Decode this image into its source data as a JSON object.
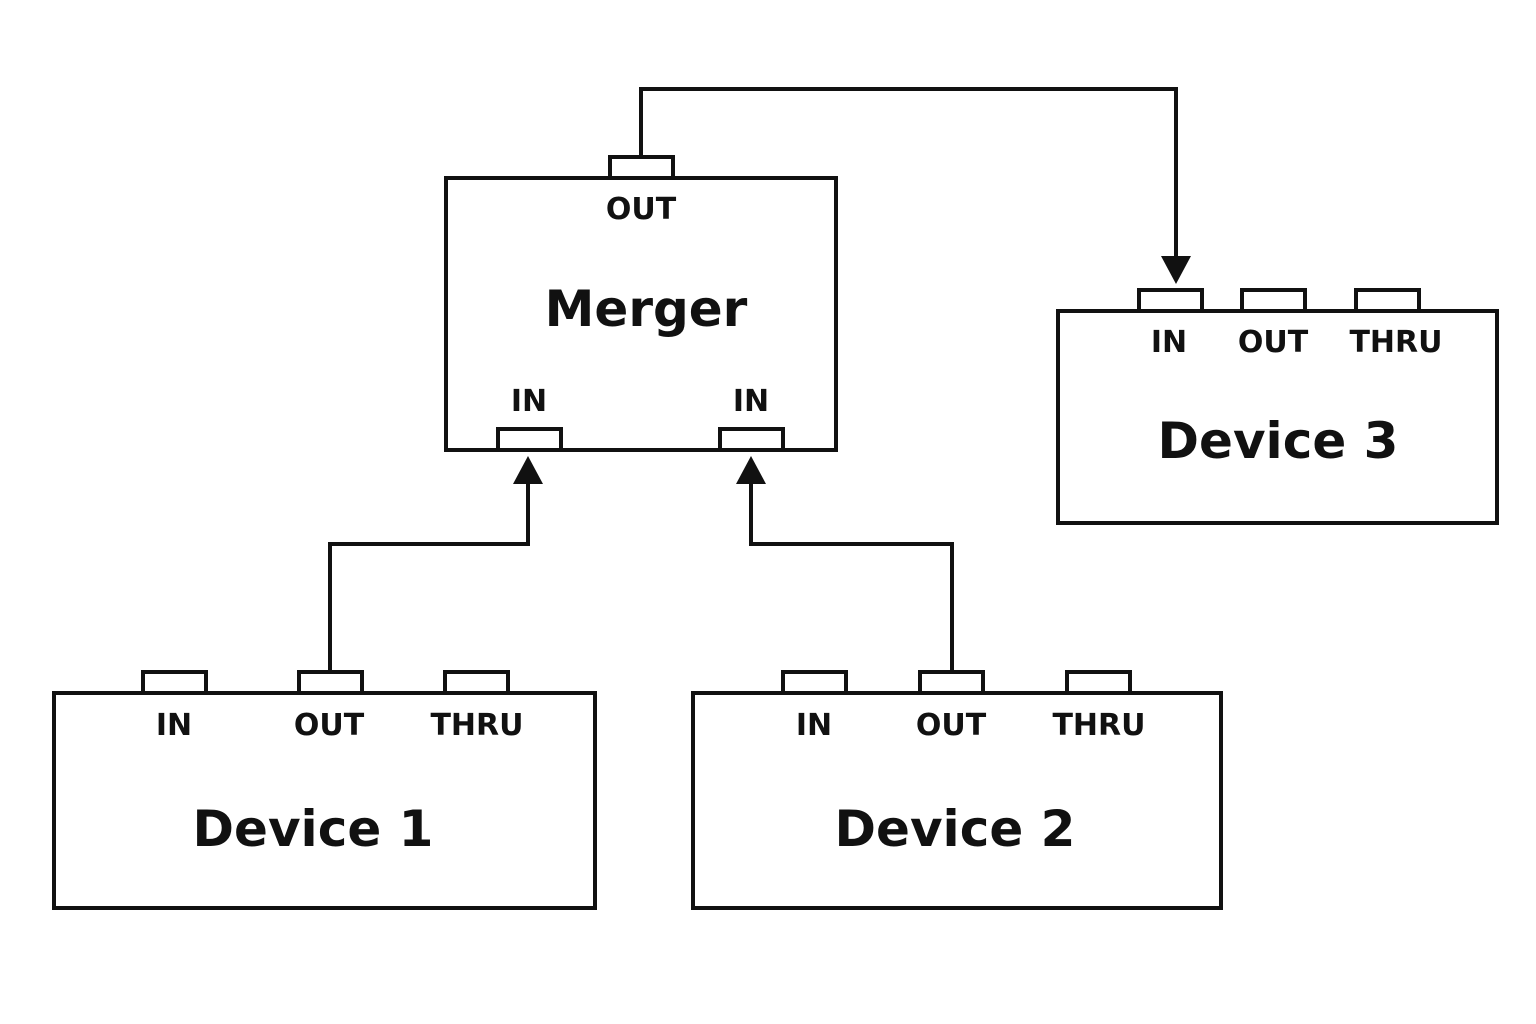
{
  "merger": {
    "title": "Merger",
    "out_label": "OUT",
    "in1_label": "IN",
    "in2_label": "IN"
  },
  "devices": [
    {
      "title": "Device 1",
      "ports": [
        "IN",
        "OUT",
        "THRU"
      ]
    },
    {
      "title": "Device 2",
      "ports": [
        "IN",
        "OUT",
        "THRU"
      ]
    },
    {
      "title": "Device 3",
      "ports": [
        "IN",
        "OUT",
        "THRU"
      ]
    }
  ],
  "connections": [
    {
      "from": "Device 1 OUT",
      "to": "Merger IN"
    },
    {
      "from": "Device 2 OUT",
      "to": "Merger IN"
    },
    {
      "from": "Merger OUT",
      "to": "Device 3 IN"
    }
  ],
  "colors": {
    "stroke": "#111111",
    "background": "#ffffff"
  }
}
